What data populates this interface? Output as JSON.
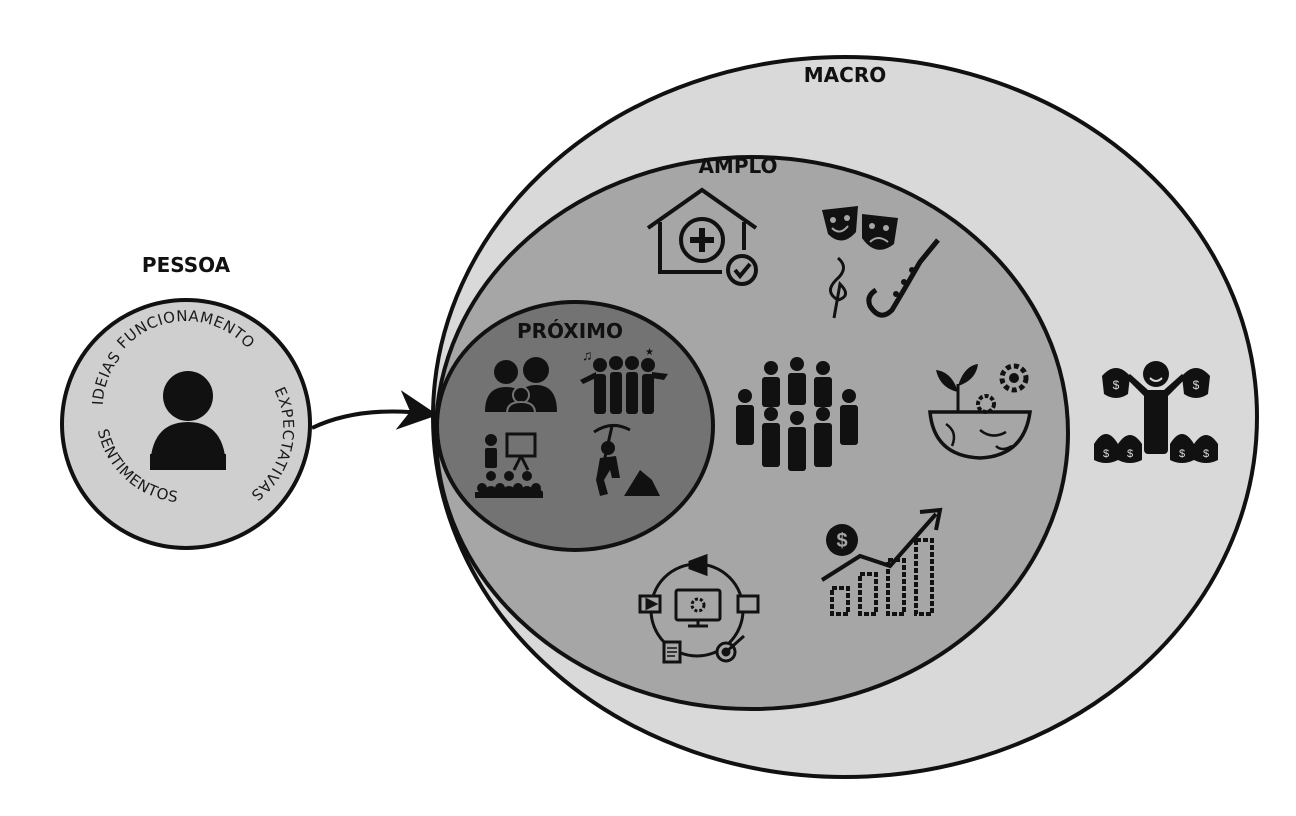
{
  "diagram": {
    "person": {
      "title": "PESSOA",
      "ring_words": {
        "top": "FUNCIONAMENTO",
        "left": "IDEIAS",
        "right": "EXPECTATIVAS",
        "bottom": "SENTIMENTOS"
      }
    },
    "levels": {
      "macro": "MACRO",
      "amplo": "AMPLO",
      "proximo": "PRÓXIMO"
    },
    "icons": {
      "proximo": [
        "family-icon",
        "friends-group-icon",
        "classroom-presentation-icon",
        "worker-pickaxe-icon"
      ],
      "amplo": [
        "health-house-icon",
        "theater-music-icon",
        "community-crowd-icon",
        "global-sustainability-icon",
        "digital-marketing-icon",
        "economic-growth-chart-icon"
      ],
      "macro": [
        "wealth-money-bags-icon"
      ]
    },
    "colors": {
      "macro_fill": "#d9d9d9",
      "amplo_fill": "#a6a6a6",
      "proximo_fill": "#737373",
      "person_fill": "#cfcfcf",
      "stroke": "#111111"
    }
  }
}
